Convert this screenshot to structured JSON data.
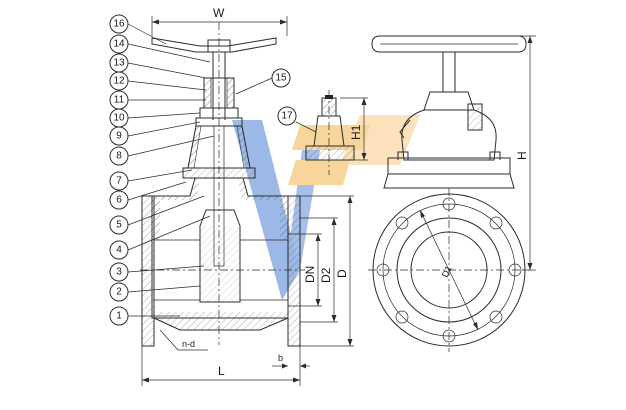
{
  "callouts": [
    "16",
    "14",
    "13",
    "12",
    "11",
    "10",
    "9",
    "8",
    "7",
    "6",
    "5",
    "4",
    "3",
    "2",
    "1"
  ],
  "callout_15": "15",
  "callout_17": "17",
  "dimensions": {
    "W": "W",
    "H": "H",
    "H1": "H1",
    "L": "L",
    "D": "D",
    "D1": "D1",
    "D2": "D2",
    "DN": "DN",
    "b": "b",
    "nd": "n-d"
  },
  "colors": {
    "watermark_blue": "#4a7fd4",
    "watermark_orange": "#f2b44a"
  }
}
